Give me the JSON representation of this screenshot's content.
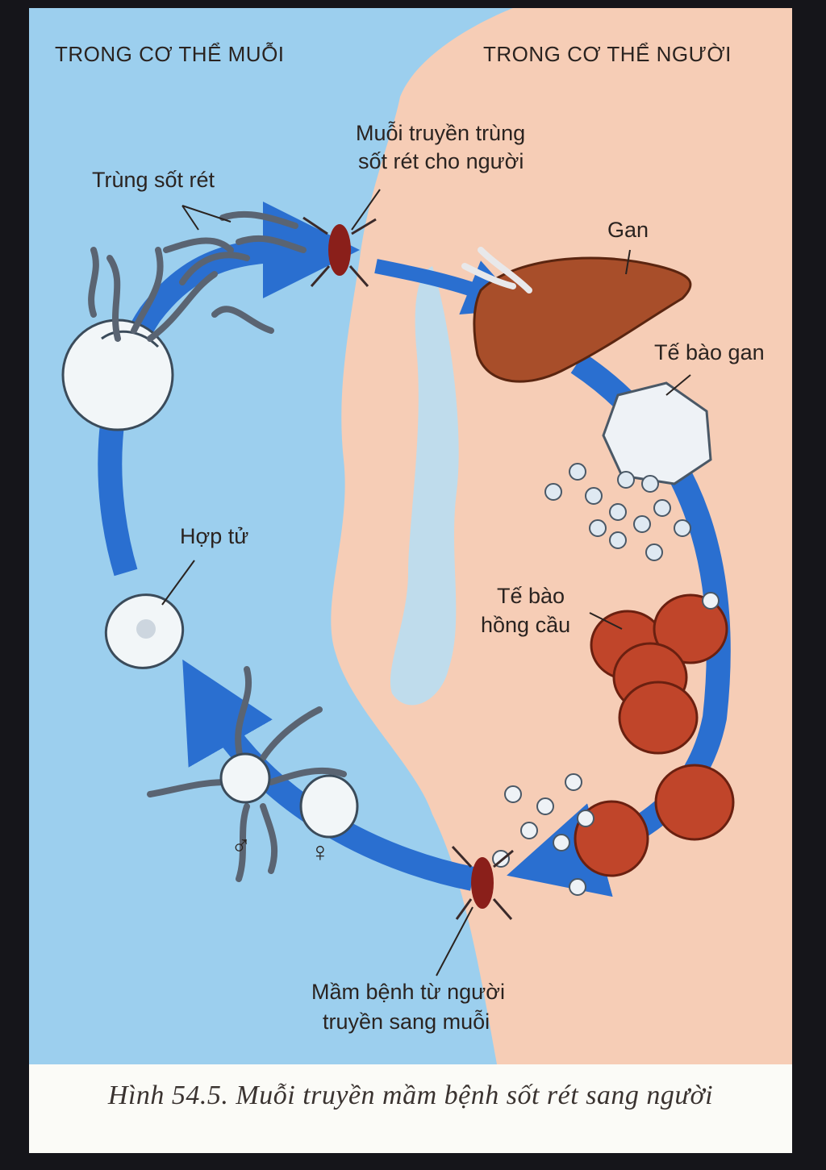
{
  "headers": {
    "mosquito": "TRONG CƠ THỂ MUỖI",
    "human": "TRONG CƠ THỂ NGƯỜI"
  },
  "labels": {
    "mosquito_to_human_line1": "Muỗi truyền trùng",
    "mosquito_to_human_line2": "sốt rét cho người",
    "parasite": "Trùng sốt rét",
    "liver": "Gan",
    "liver_cell": "Tế bào gan",
    "zygote": "Hợp tử",
    "red_cell_line1": "Tế bào",
    "red_cell_line2": "hồng cầu",
    "human_to_mosquito_line1": "Mầm bệnh từ người",
    "human_to_mosquito_line2": "truyền sang muỗi",
    "male_symbol": "♂",
    "female_symbol": "♀"
  },
  "caption": "Hình 54.5. Muỗi truyền mầm bệnh sốt rét sang người",
  "colors": {
    "mosquito_side": "#9ccfee",
    "human_side": "#f6cdb6",
    "arrow": "#2a6fd0",
    "liver": "#a84e2a",
    "red_cell": "#c0452a"
  }
}
